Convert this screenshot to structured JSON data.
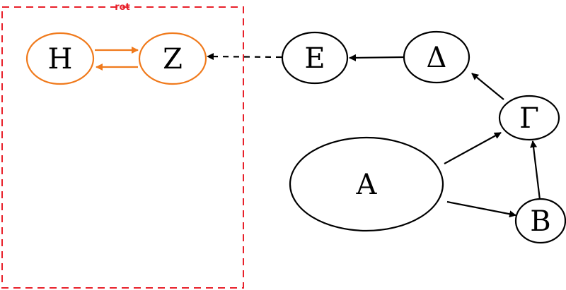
{
  "colors": {
    "cluster_border": "#e8202a",
    "cluster_label": "#e8202a",
    "highlight": "#f07a1c",
    "default": "#000000"
  },
  "cluster": {
    "label": "rot"
  },
  "nodes": {
    "H": {
      "label": "Η"
    },
    "Z": {
      "label": "Ζ"
    },
    "E": {
      "label": "Ε"
    },
    "Delta": {
      "label": "Δ"
    },
    "Gamma": {
      "label": "Γ"
    },
    "A": {
      "label": "Α"
    },
    "B": {
      "label": "Β"
    }
  },
  "edges": [
    {
      "from": "H",
      "to": "Z",
      "style": "solid",
      "color": "highlight"
    },
    {
      "from": "Z",
      "to": "H",
      "style": "solid",
      "color": "highlight"
    },
    {
      "from": "E",
      "to": "Z",
      "style": "dashed",
      "color": "default"
    },
    {
      "from": "Delta",
      "to": "E",
      "style": "solid",
      "color": "default"
    },
    {
      "from": "Gamma",
      "to": "Delta",
      "style": "solid",
      "color": "default"
    },
    {
      "from": "A",
      "to": "Gamma",
      "style": "solid",
      "color": "default"
    },
    {
      "from": "A",
      "to": "B",
      "style": "solid",
      "color": "default"
    },
    {
      "from": "B",
      "to": "Gamma",
      "style": "solid",
      "color": "default"
    }
  ]
}
